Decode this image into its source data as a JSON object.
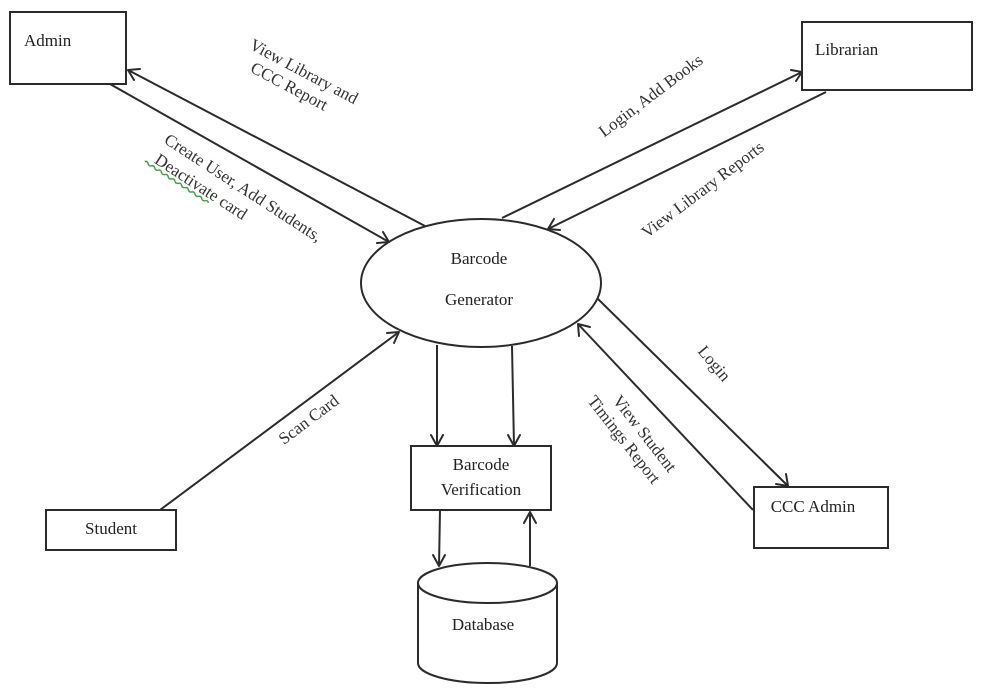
{
  "diagram": {
    "type": "context data flow diagram",
    "center_process": {
      "id": "barcode-generator",
      "lines": [
        "Barcode",
        "Generator"
      ]
    },
    "entities": [
      {
        "id": "admin",
        "label": "Admin"
      },
      {
        "id": "librarian",
        "label": "Librarian"
      },
      {
        "id": "student",
        "label": "Student"
      },
      {
        "id": "ccc-admin",
        "label": "CCC Admin"
      }
    ],
    "subprocess": {
      "id": "barcode-verification",
      "lines": [
        "Barcode",
        "Verification"
      ]
    },
    "datastore": {
      "id": "database",
      "label": "Database"
    },
    "flows": [
      {
        "id": "admin-view-reports",
        "from": "barcode-generator",
        "to": "admin",
        "lines": [
          "View Library and",
          "CCC Report"
        ]
      },
      {
        "id": "admin-create-user",
        "from": "admin",
        "to": "barcode-generator",
        "lines": [
          "Create User, Add Students,",
          "Deactivate card"
        ]
      },
      {
        "id": "librarian-login",
        "from": "barcode-generator",
        "to": "librarian",
        "lines": [
          "Login, Add Books"
        ]
      },
      {
        "id": "librarian-view-reports",
        "from": "librarian",
        "to": "barcode-generator",
        "lines": [
          "View Library Reports"
        ]
      },
      {
        "id": "student-scan",
        "from": "student",
        "to": "barcode-generator",
        "lines": [
          "Scan Card"
        ]
      },
      {
        "id": "ccc-login",
        "from": "barcode-generator",
        "to": "ccc-admin",
        "lines": [
          "Login"
        ]
      },
      {
        "id": "ccc-view-timings",
        "from": "ccc-admin",
        "to": "barcode-generator",
        "lines": [
          "View Student",
          "Timings Report"
        ]
      },
      {
        "id": "gen-to-verify-1",
        "from": "barcode-generator",
        "to": "barcode-verification",
        "lines": []
      },
      {
        "id": "gen-to-verify-2",
        "from": "barcode-generator",
        "to": "barcode-verification",
        "lines": []
      },
      {
        "id": "verify-to-db",
        "from": "barcode-verification",
        "to": "database",
        "lines": []
      },
      {
        "id": "db-to-verify",
        "from": "database",
        "to": "barcode-verification",
        "lines": []
      }
    ],
    "spellcheck_flag_word": "Deactivate"
  }
}
